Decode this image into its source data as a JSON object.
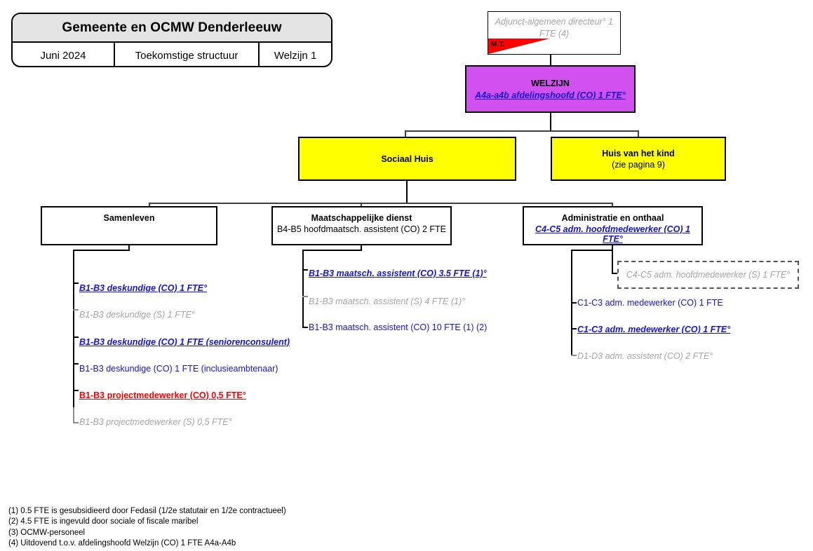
{
  "title_block": {
    "heading": "Gemeente en OCMW Denderleeuw",
    "date": "Juni 2024",
    "structure": "Toekomstige structuur",
    "page": "Welzijn 1"
  },
  "colors": {
    "welzijn_fill": "#d24ff0",
    "unit_fill": "#ffff00",
    "link_blue": "#1414d2",
    "muted_gray": "#a6a6a6",
    "alert_red": "#ff0000",
    "title_fill": "#e4e4e4"
  },
  "director": {
    "text": "Adjunct-algemeen directeur° 1 FTE (4)",
    "flag_label": "M.T."
  },
  "welzijn": {
    "title": "WELZIJN",
    "subtitle": "A4a-a4b afdelingshoofd (CO) 1 FTE°"
  },
  "divisions": [
    {
      "title": "Sociaal Huis",
      "subtitle": ""
    },
    {
      "title": "Huis van het kind",
      "subtitle": "(zie pagina 9)"
    }
  ],
  "units": [
    {
      "title": "Samenleven",
      "subtitle": "",
      "subtitle_style": "none",
      "members": [
        {
          "text": "B1-B3 deskundige (CO) 1 FTE°",
          "style": "blue-link"
        },
        {
          "text": "B1-B3 deskundige (S) 1 FTE°",
          "style": "gray-italic"
        },
        {
          "text": "B1-B3 deskundige (CO) 1 FTE (seniorenconsulent)",
          "style": "blue-link"
        },
        {
          "text": "B1-B3 deskundige (CO) 1 FTE (inclusieambtenaar)",
          "style": "blue-plain"
        },
        {
          "text": "B1-B3 projectmedewerker (CO) 0,5 FTE°",
          "style": "red-link"
        },
        {
          "text": "B1-B3 projectmedewerker (S) 0,5 FTE°",
          "style": "gray-italic"
        }
      ]
    },
    {
      "title": "Maatschappelijke dienst",
      "subtitle": "B4-B5 hoofdmaatsch. assistent (CO) 2 FTE",
      "subtitle_style": "plain",
      "members": [
        {
          "text": "B1-B3 maatsch. assistent (CO) 3.5 FTE (1)°",
          "style": "blue-link"
        },
        {
          "text": "B1-B3 maatsch. assistent (S) 4 FTE (1)°",
          "style": "gray-italic"
        },
        {
          "text": "B1-B3 maatsch. assistent (CO) 10 FTE (1) (2)",
          "style": "blue-plain"
        }
      ]
    },
    {
      "title": "Administratie en onthaal",
      "subtitle": "C4-C5 adm. hoofdmedewerker (CO) 1 FTE°",
      "subtitle_style": "link",
      "ghost": "C4-C5 adm. hoofdmedewerker (S) 1 FTE°",
      "members": [
        {
          "text": "C1-C3 adm. medewerker (CO) 1 FTE",
          "style": "blue-plain"
        },
        {
          "text": "C1-C3 adm. medewerker (CO) 1 FTE°",
          "style": "blue-link"
        },
        {
          "text": "D1-D3 adm. assistent (CO) 2 FTE°",
          "style": "gray-italic"
        }
      ]
    }
  ],
  "footnotes": [
    "(1) 0.5 FTE is gesubsidieerd door Fedasil (1/2e statutair en 1/2e contractueel)",
    "(2) 4.5 FTE is ingevuld door sociale of fiscale maribel",
    "(3) OCMW-personeel",
    "(4) Uitdovend t.o.v. afdelingshoofd Welzijn (CO) 1 FTE A4a-A4b"
  ]
}
